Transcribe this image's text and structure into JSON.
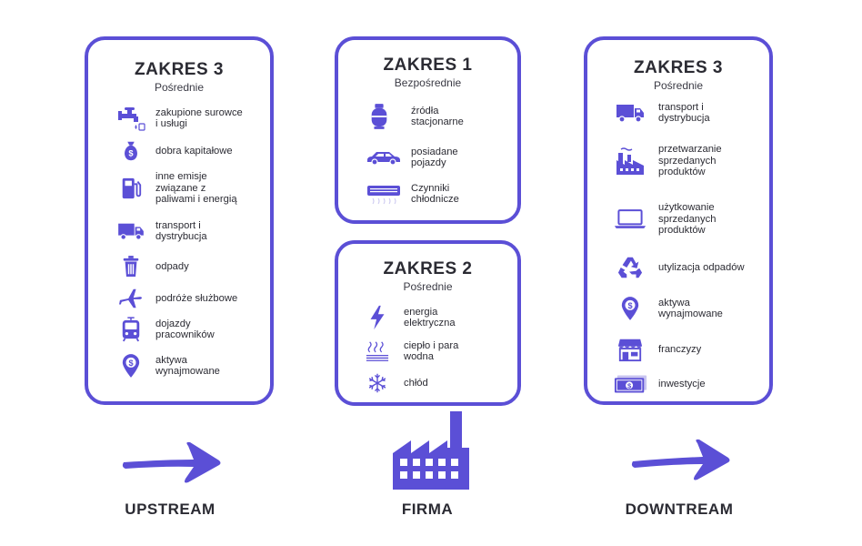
{
  "left_box": {
    "title": "ZAKRES 3",
    "subtitle": "Pośrednie",
    "items": [
      {
        "label": "zakupione surowce\ni usługi",
        "icon": "tap-icon"
      },
      {
        "label": "dobra kapitałowe",
        "icon": "money-bag-icon"
      },
      {
        "label": "inne emisje\nzwiązane z\npaliwami i energią",
        "icon": "fuel-pump-icon"
      },
      {
        "label": "transport i\ndystrybucja",
        "icon": "truck-icon"
      },
      {
        "label": "odpady",
        "icon": "trash-icon"
      },
      {
        "label": "podróże służbowe",
        "icon": "airplane-icon"
      },
      {
        "label": "dojazdy\npracowników",
        "icon": "tram-icon"
      },
      {
        "label": "aktywa\nwynajmowane",
        "icon": "location-dollar-icon"
      }
    ]
  },
  "scope1_box": {
    "title": "ZAKRES 1",
    "subtitle": "Bezpośrednie",
    "items": [
      {
        "label": "źródła\nstacjonarne",
        "icon": "gas-cylinder-icon"
      },
      {
        "label": "posiadane\npojazdy",
        "icon": "car-icon"
      },
      {
        "label": "Czynniki\nchłodnicze",
        "icon": "air-conditioner-icon"
      }
    ]
  },
  "scope2_box": {
    "title": "ZAKRES 2",
    "subtitle": "Pośrednie",
    "items": [
      {
        "label": "energia\nelektryczna",
        "icon": "lightning-icon"
      },
      {
        "label": "ciepło i para\nwodna",
        "icon": "heat-steam-icon"
      },
      {
        "label": "chłód",
        "icon": "snowflake-icon"
      }
    ]
  },
  "right_box": {
    "title": "ZAKRES 3",
    "subtitle": "Pośrednie",
    "items": [
      {
        "label": "transport i\ndystrybucja",
        "icon": "truck-icon"
      },
      {
        "label": "przetwarzanie\nsprzedanych\nproduktów",
        "icon": "factory-icon"
      },
      {
        "label": "użytkowanie\nsprzedanych\nproduktów",
        "icon": "laptop-icon"
      },
      {
        "label": "utylizacja odpadów",
        "icon": "recycle-icon"
      },
      {
        "label": "aktywa\nwynajmowane",
        "icon": "location-dollar-icon"
      },
      {
        "label": "franczyzy",
        "icon": "shop-icon"
      },
      {
        "label": "inwestycje",
        "icon": "banknote-icon"
      }
    ]
  },
  "bottom": {
    "upstream": "UPSTREAM",
    "firma": "FIRMA",
    "downstream": "DOWNTREAM"
  },
  "colors": {
    "accent": "#5b4fd6",
    "text": "#2b2b33"
  }
}
